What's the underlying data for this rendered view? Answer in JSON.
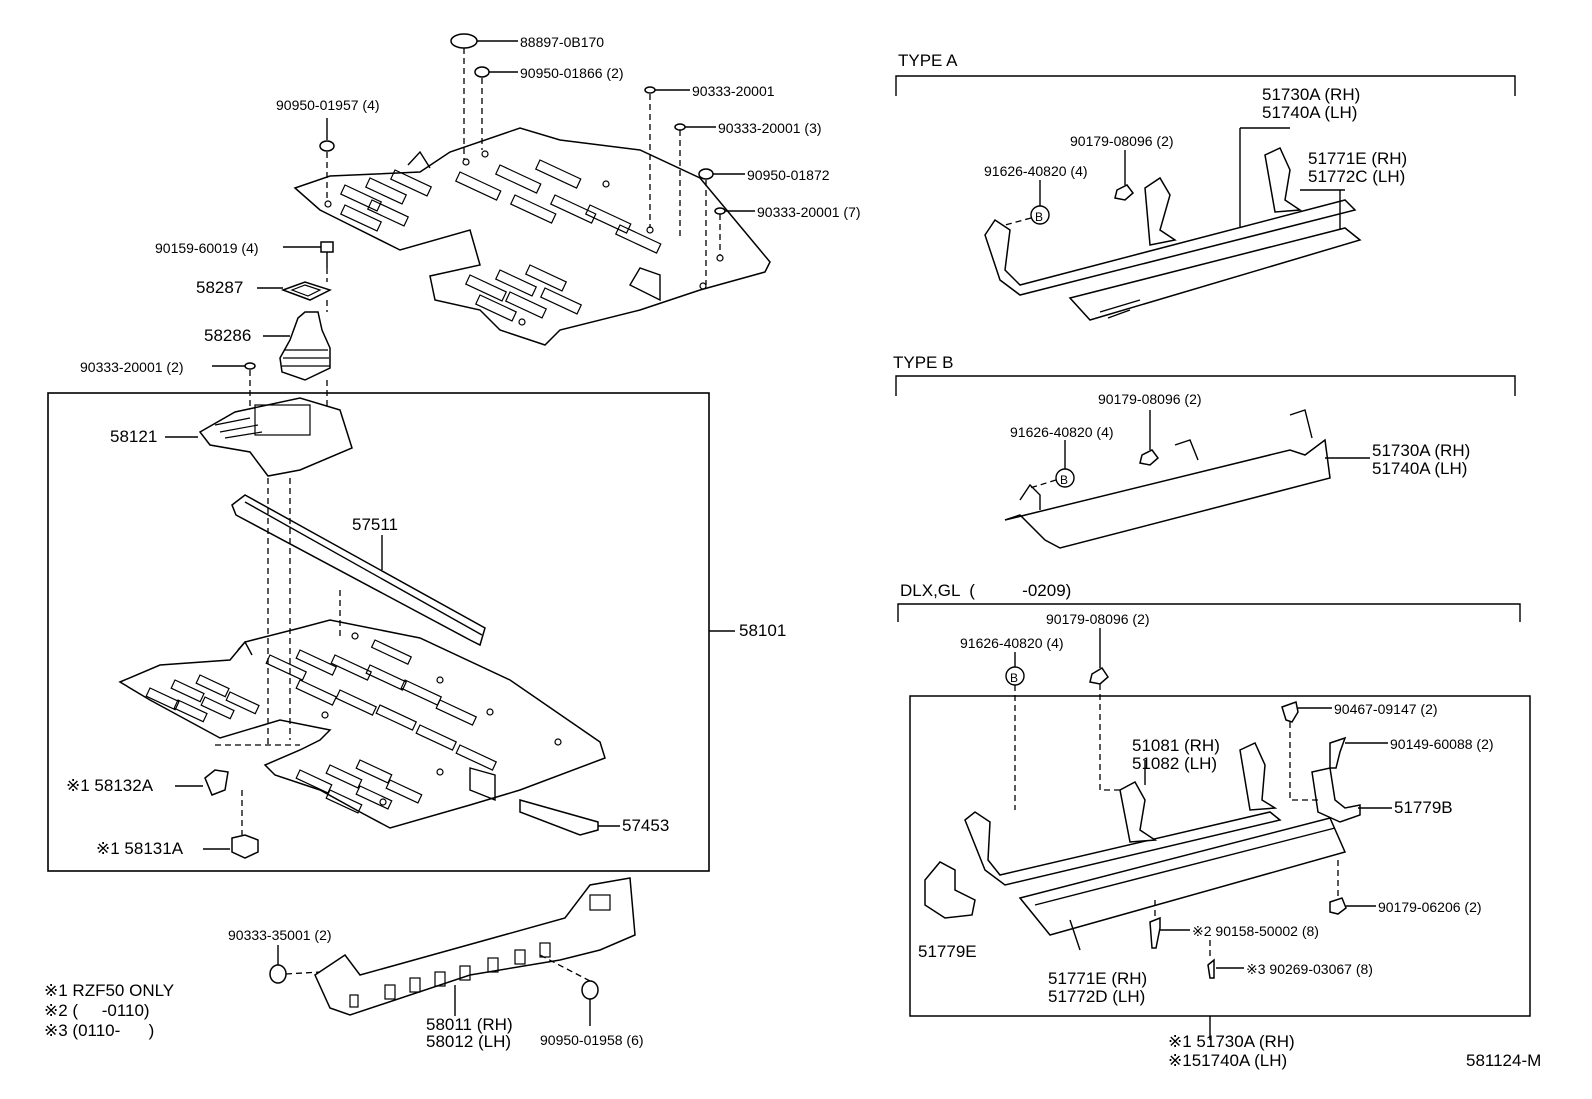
{
  "floor_group": {
    "plug": "88897-0B170",
    "clip_top": "90950-01866 (2)",
    "clip_left": "90950-01957 (4)",
    "plug_a": "90333-20001",
    "plug_b": "90333-20001 (3)",
    "clip_right": "90950-01872",
    "plug_c": "90333-20001 (7)",
    "bolt": "90159-60019 (4)",
    "retainer": "58287",
    "boot": "58286",
    "plug_d": "90333-20001 (2)",
    "cover": "58121",
    "reinforcement": "57511",
    "floor_pan_assembly": "58101",
    "bracket_a": "※1 58132A",
    "bracket_b": "※1 58131A",
    "member": "57453",
    "plug_e": "90333-35001 (2)",
    "clip_bottom": "90950-01958 (6)",
    "side_panel_rh": "58011 (RH)",
    "side_panel_lh": "58012 (LH)"
  },
  "notes": {
    "note1": "※1 RZF50 ONLY",
    "note2": "※2 (     -0110)",
    "note3": "※3 (0110-      )"
  },
  "type_a": {
    "title": "TYPE A",
    "step_rh": "51730A (RH)",
    "step_lh": "51740A (LH)",
    "nut": "90179-08096 (2)",
    "bolt_b": "91626-40820 (4)",
    "b_mark": "B",
    "plate_rh": "51771E (RH)",
    "plate_lh": "51772C (LH)"
  },
  "type_b": {
    "title": "TYPE B",
    "nut": "90179-08096 (2)",
    "bolt_b": "91626-40820 (4)",
    "b_mark": "B",
    "step_rh": "51730A (RH)",
    "step_lh": "51740A (LH)"
  },
  "dlx_gl": {
    "title": "DLX,GL  (          -0209)",
    "nut": "90179-08096 (2)",
    "bolt_b": "91626-40820 (4)",
    "b_mark": "B",
    "clip": "90467-09147 (2)",
    "screw": "90149-60088 (2)",
    "bracket_rh": "51081 (RH)",
    "bracket_lh": "51082 (LH)",
    "bracket_b": "51779B",
    "bracket_e": "51779E",
    "nut_b": "90179-06206 (2)",
    "screw_b": "※2 90158-50002 (8)",
    "rivet": "※3 90269-03067 (8)",
    "plate_rh": "51771E (RH)",
    "plate_lh": "51772D (LH)",
    "step_rh": "※1 51730A (RH)",
    "step_lh": "※151740A (LH)"
  },
  "diagram_id": "581124-M"
}
